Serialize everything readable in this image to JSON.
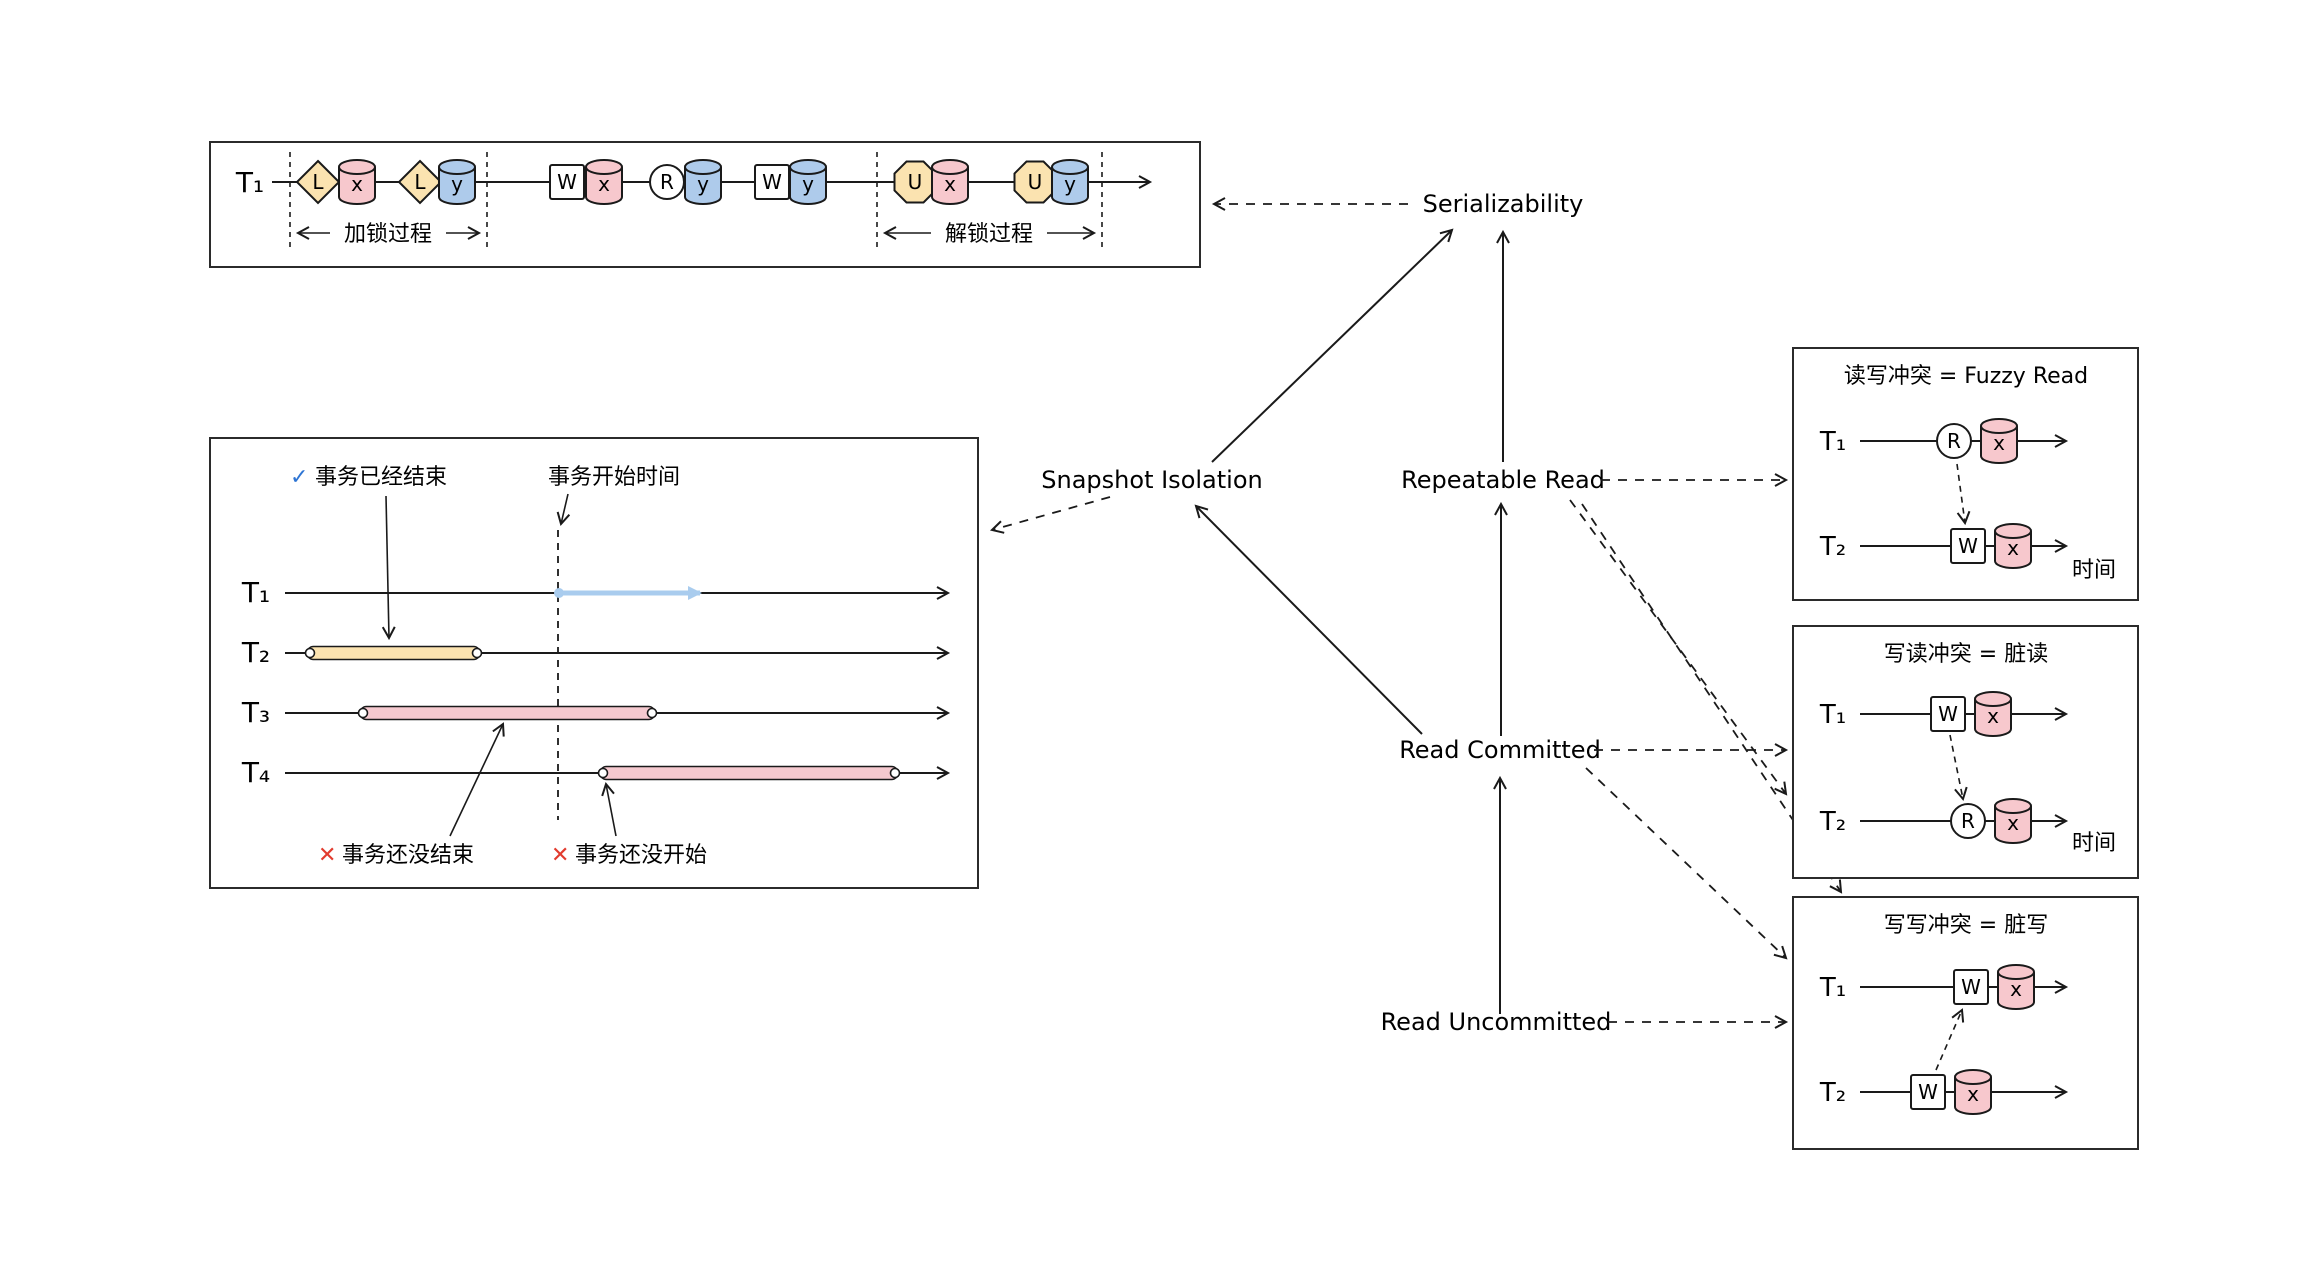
{
  "colors": {
    "pink": "#F7C8CD",
    "blue": "#AECBEB",
    "yellow": "#FBE3B0",
    "bar_pink": "#F5C9CF",
    "bar_yellow": "#FBE3B0",
    "blue_arrow": "#A9CCEE",
    "check_blue": "#2E75D4",
    "cross_red": "#E23B2E"
  },
  "ops": {
    "lock": "L",
    "unlock": "U",
    "write": "W",
    "read": "R",
    "x": "x",
    "y": "y"
  },
  "lock_diagram": {
    "transaction": "T₁",
    "locking_phase": "加锁过程",
    "unlocking_phase": "解锁过程"
  },
  "snapshot_diagram": {
    "check": "✓",
    "cross": "✕",
    "legend_ended": "事务已经结束",
    "legend_start_time": "事务开始时间",
    "legend_not_ended": "事务还没结束",
    "legend_not_started": "事务还没开始",
    "t1": "T₁",
    "t2": "T₂",
    "t3": "T₃",
    "t4": "T₄"
  },
  "hierarchy": {
    "serializability": "Serializability",
    "snapshot_isolation": "Snapshot Isolation",
    "repeatable_read": "Repeatable Read",
    "read_committed": "Read Committed",
    "read_uncommitted": "Read Uncommitted"
  },
  "conflict_boxes": {
    "fuzzy_read": {
      "title": "读写冲突 = Fuzzy Read",
      "t1": "T₁",
      "t2": "T₂",
      "time": "时间"
    },
    "dirty_read": {
      "title": "写读冲突 = 脏读",
      "t1": "T₁",
      "t2": "T₂",
      "time": "时间"
    },
    "dirty_write": {
      "title": "写写冲突 = 脏写",
      "t1": "T₁",
      "t2": "T₂"
    }
  }
}
